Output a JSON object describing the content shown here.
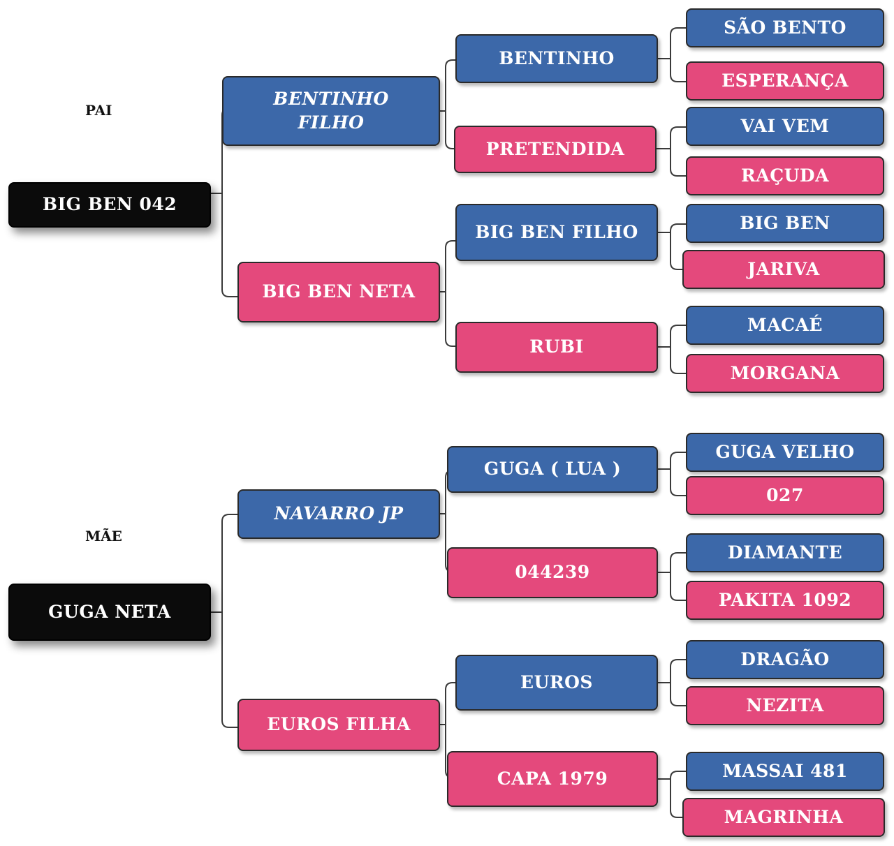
{
  "labels": {
    "pai": "PAI",
    "mae": "MÃE"
  },
  "colors": {
    "male": "#3c68a9",
    "female": "#e4497c",
    "root": "#0b0b0b"
  },
  "pai": {
    "root": "BIG BEN 042",
    "sire": "BENTINHO FILHO",
    "dam": "BIG BEN NETA",
    "sire_sire": "BENTINHO",
    "sire_dam": "PRETENDIDA",
    "dam_sire": "BIG BEN FILHO",
    "dam_dam": "RUBI",
    "g3": [
      "SÃO BENTO",
      "ESPERANÇA",
      "VAI VEM",
      "RAÇUDA",
      "BIG BEN",
      "JARIVA",
      "MACAÉ",
      "MORGANA"
    ]
  },
  "mae": {
    "root": "GUGA NETA",
    "sire": "NAVARRO JP",
    "dam": "EUROS FILHA",
    "sire_sire": "GUGA ( LUA )",
    "sire_dam": "044239",
    "dam_sire": "EUROS",
    "dam_dam": "CAPA 1979",
    "g3": [
      "GUGA VELHO",
      "027",
      "DIAMANTE",
      "PAKITA 1092",
      "DRAGÃO",
      "NEZITA",
      "MASSAI 481",
      "MAGRINHA"
    ]
  }
}
